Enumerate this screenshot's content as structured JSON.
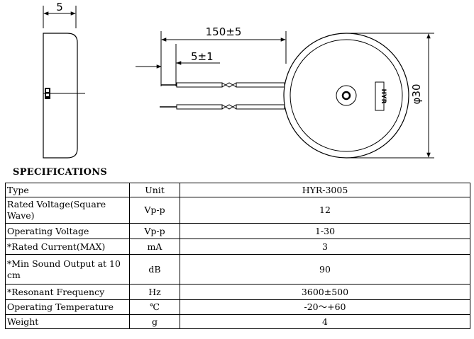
{
  "drawing": {
    "side_width_label": "5",
    "lead_length_label": "150±5",
    "strip_length_label": "5±1",
    "diameter_label": "φ30",
    "part_marking": "HYR"
  },
  "spec": {
    "title": "SPECIFICATIONS",
    "rows": [
      {
        "param": "Type",
        "unit": "Unit",
        "value": "HYR-3005"
      },
      {
        "param": "Rated Voltage(Square Wave)",
        "unit": "Vp-p",
        "value": "12"
      },
      {
        "param": "Operating Voltage",
        "unit": "Vp-p",
        "value": "1-30"
      },
      {
        "param": "*Rated Current(MAX)",
        "unit": "mA",
        "value": "3"
      },
      {
        "param": "*Min Sound Output at 10 cm",
        "unit": "dB",
        "value": "90"
      },
      {
        "param": "*Resonant Frequency",
        "unit": "Hz",
        "value": "3600±500"
      },
      {
        "param": "Operating Temperature",
        "unit": "℃",
        "value": "-20～+60"
      },
      {
        "param": "Weight",
        "unit": "g",
        "value": "4"
      }
    ]
  }
}
